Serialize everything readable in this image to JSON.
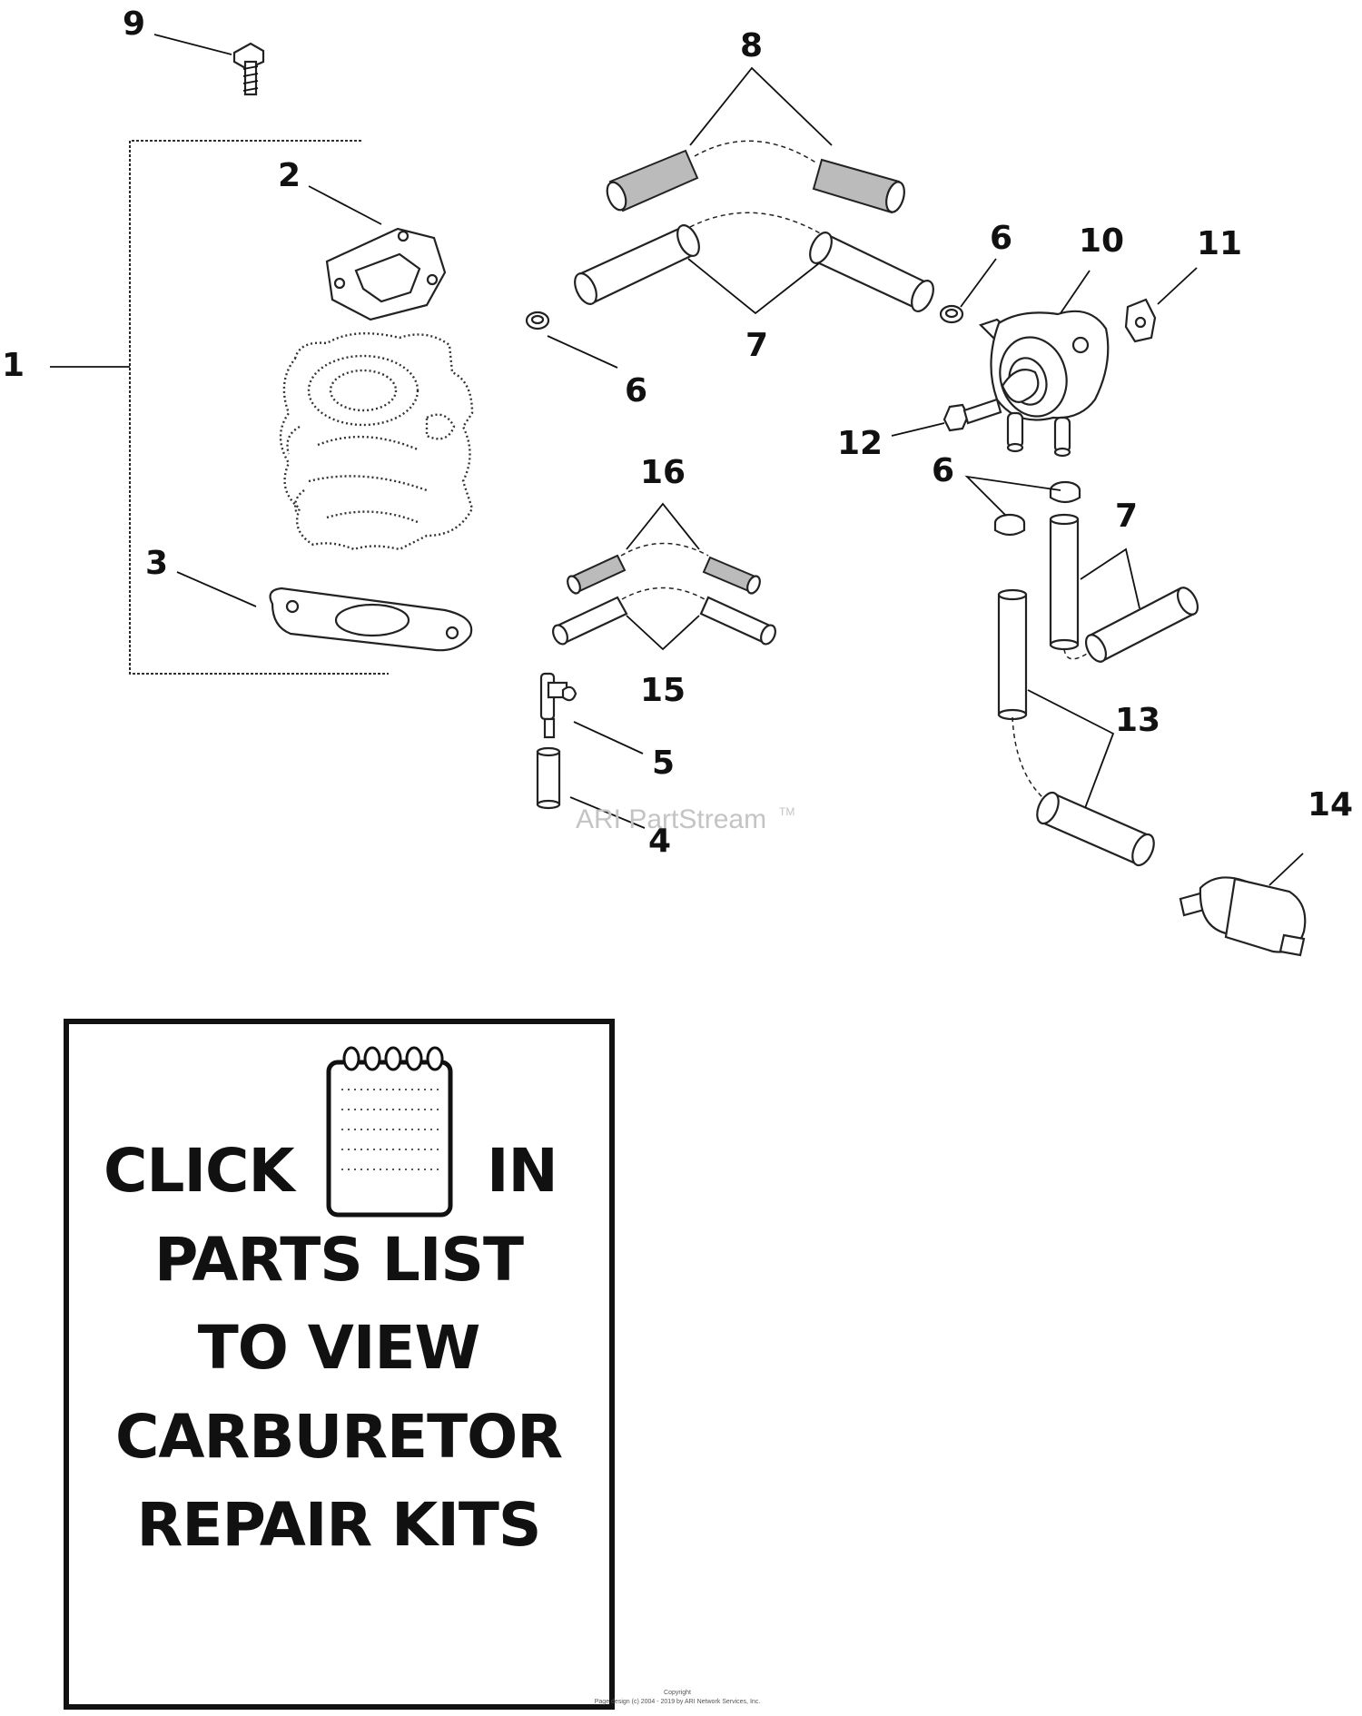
{
  "callouts": {
    "c1": "1",
    "c2": "2",
    "c3": "3",
    "c4": "4",
    "c5": "5",
    "c6a": "6",
    "c6b": "6",
    "c6c": "6",
    "c7a": "7",
    "c7b": "7",
    "c8": "8",
    "c9": "9",
    "c10": "10",
    "c11": "11",
    "c12": "12",
    "c13": "13",
    "c14": "14",
    "c15": "15",
    "c16": "16"
  },
  "watermark": {
    "text": "ARI PartStream",
    "tm": "TM"
  },
  "repair_kit_box": {
    "line1_left": "CLICK",
    "line1_right": "IN",
    "line2": "PARTS LIST",
    "line3": "TO VIEW",
    "line4": "CARBURETOR",
    "line5": "REPAIR KITS",
    "icon": "notepad-icon"
  },
  "copyright": {
    "line1": "Copyright",
    "line2": "Page design (c) 2004 - 2019 by ARI Network Services, Inc."
  }
}
